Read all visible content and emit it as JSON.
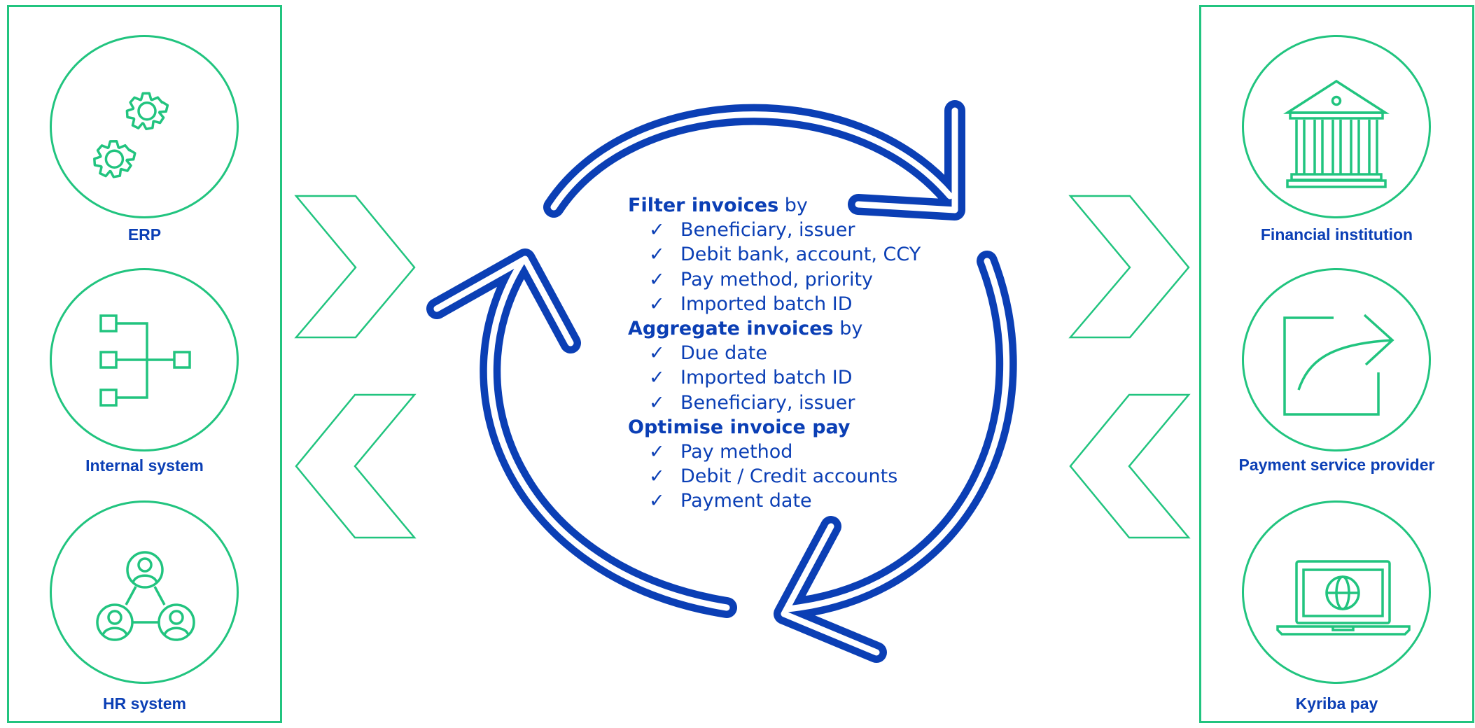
{
  "sources": [
    {
      "label": "ERP",
      "icon": "gears-icon"
    },
    {
      "label": "Internal system",
      "icon": "hierarchy-icon"
    },
    {
      "label": "HR system",
      "icon": "people-network-icon"
    }
  ],
  "destinations": [
    {
      "label": "Financial institution",
      "icon": "bank-icon"
    },
    {
      "label": "Payment service provider",
      "icon": "export-arrow-icon"
    },
    {
      "label": "Kyriba pay",
      "icon": "laptop-globe-icon"
    }
  ],
  "steps": [
    {
      "title": "Filter invoices",
      "suffix": " by",
      "items": [
        "Beneficiary, issuer",
        "Debit bank, account, CCY",
        "Pay method, priority",
        "Imported batch ID"
      ]
    },
    {
      "title": "Aggregate invoices",
      "suffix": " by",
      "items": [
        "Due date",
        "Imported batch ID",
        "Beneficiary, issuer"
      ]
    },
    {
      "title": "Optimise invoice pay",
      "suffix": "",
      "items": [
        "Pay method",
        "Debit / Credit accounts",
        "Payment date"
      ]
    }
  ],
  "check_glyph": "✓",
  "colors": {
    "green": "#21c47f",
    "blue": "#0b3fb5"
  }
}
